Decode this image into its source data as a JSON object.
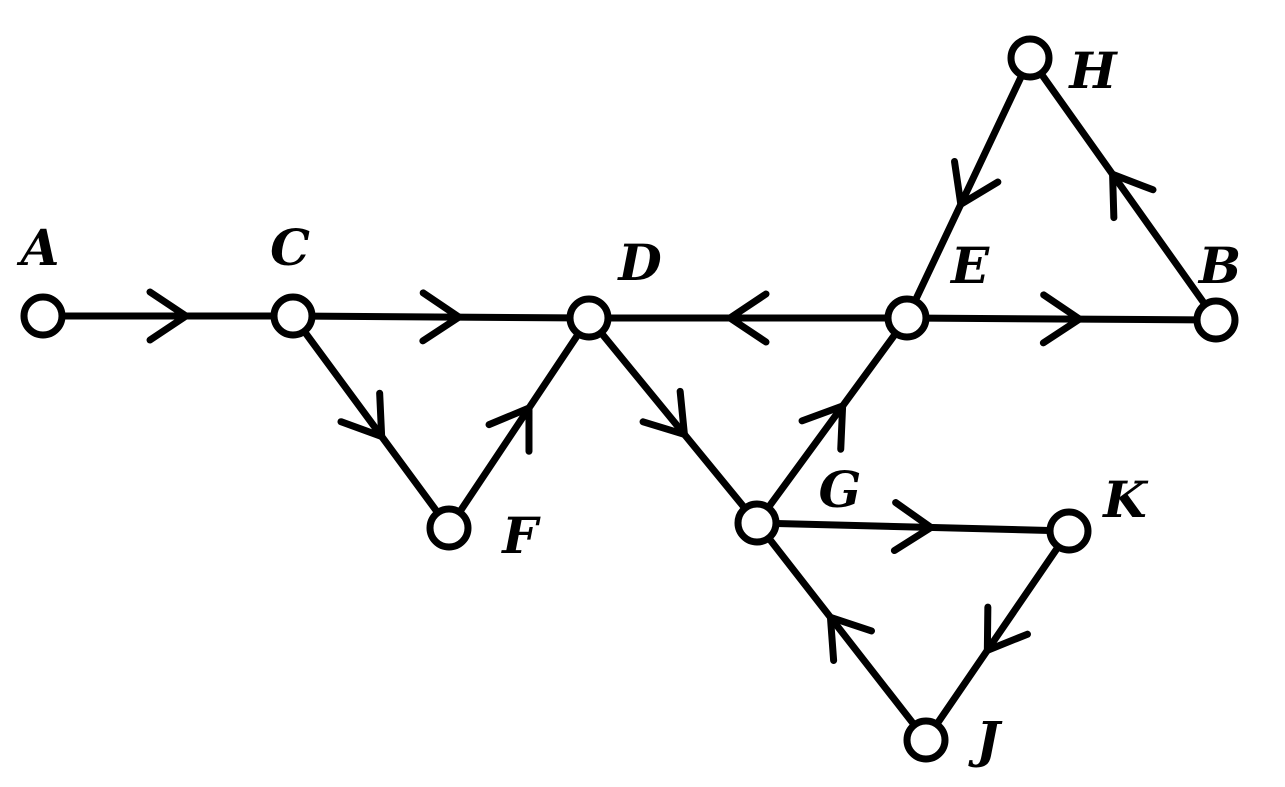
{
  "colors": {
    "stroke": "#000000",
    "background": "#ffffff"
  },
  "nodes": [
    {
      "id": "A",
      "label": "A"
    },
    {
      "id": "C",
      "label": "C"
    },
    {
      "id": "D",
      "label": "D"
    },
    {
      "id": "E",
      "label": "E"
    },
    {
      "id": "B",
      "label": "B"
    },
    {
      "id": "H",
      "label": "H"
    },
    {
      "id": "F",
      "label": "F"
    },
    {
      "id": "G",
      "label": "G"
    },
    {
      "id": "K",
      "label": "K"
    },
    {
      "id": "J",
      "label": "J"
    }
  ],
  "edges": [
    {
      "from": "A",
      "to": "C"
    },
    {
      "from": "C",
      "to": "D"
    },
    {
      "from": "E",
      "to": "D"
    },
    {
      "from": "E",
      "to": "B"
    },
    {
      "from": "B",
      "to": "H"
    },
    {
      "from": "H",
      "to": "E"
    },
    {
      "from": "C",
      "to": "F"
    },
    {
      "from": "F",
      "to": "D"
    },
    {
      "from": "D",
      "to": "G"
    },
    {
      "from": "G",
      "to": "E"
    },
    {
      "from": "G",
      "to": "K"
    },
    {
      "from": "K",
      "to": "J"
    },
    {
      "from": "J",
      "to": "G"
    }
  ]
}
